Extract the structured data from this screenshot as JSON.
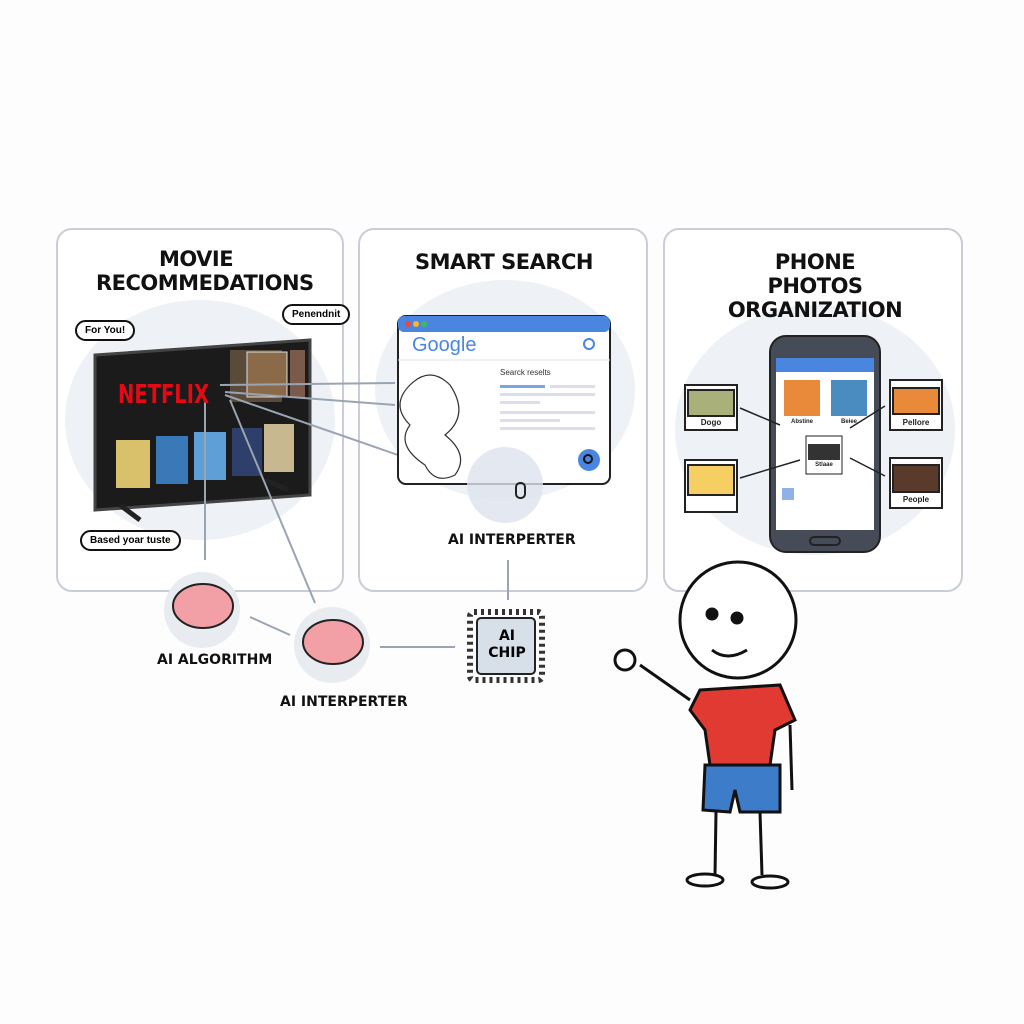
{
  "panels": {
    "movie": {
      "title": "MOVIE RECOMMEDATIONS",
      "bubbles": [
        "For You!",
        "Penendnit",
        "Based yoar tuste"
      ],
      "brand": "NETFLIX"
    },
    "search": {
      "title": "SMART SEARCH",
      "logo": "Google",
      "results_label": "Searck reselts",
      "caption": "AI INTERPERTER"
    },
    "photos": {
      "title": "PHONE PHOTOS ORGANIZATION",
      "folders": [
        "Dogo",
        "Pellore",
        "People"
      ],
      "screen_labels": [
        "Abstine",
        "Beiee",
        "Stlaae"
      ]
    }
  },
  "nodes": {
    "algorithm": "AI ALGORITHM",
    "interpreter": "AI INTERPERTER",
    "chip": "AI CHIP"
  },
  "colors": {
    "netflix_red": "#e50914",
    "browser_blue": "#4a86e0",
    "shirt_red": "#e03a33",
    "shorts_blue": "#3d7cc9",
    "folder_yellow": "#f6cf63",
    "brain_pink": "#f2a0a6"
  }
}
